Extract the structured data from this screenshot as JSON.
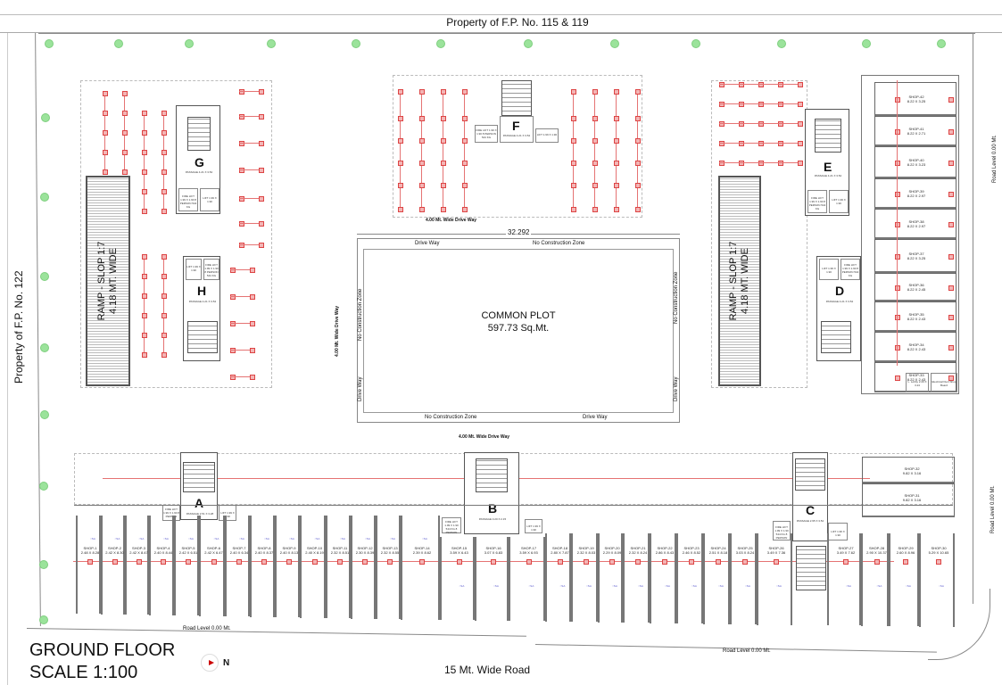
{
  "drawing": {
    "title": "GROUND FLOOR",
    "scale": "SCALE 1:100",
    "north_label": "N",
    "top_boundary": "Property of F.P. No. 115 & 119",
    "left_boundary": "Property of F.P. No. 122",
    "bottom_road": "15 Mt. Wide Road",
    "road_level_bottom_left": "Road Level 0.00 Mt.",
    "road_level_bottom_right": "Road Level 0.00 Mt.",
    "road_level_right_top": "Road Level 0.00 Mt.",
    "road_level_right_bottom": "Road Level 0.00 Mt."
  },
  "common_plot": {
    "title": "COMMON PLOT",
    "area": "597.73 Sq.Mt.",
    "dimension": "32.292",
    "top_drive": "4.00 Mt. Wide Drive Way",
    "bottom_drive": "4.00 Mt. Wide Drive Way",
    "left_drive": "4.00 Mt. Wide Drive Way",
    "zones": {
      "top_left": "Drive Way",
      "top_right": "No Construction Zone",
      "bottom_left": "No Construction Zone",
      "bottom_right": "Drive Way",
      "left_top": "No Construction Zone",
      "left_bottom": "Drive Way",
      "right_top": "No Construction Zone",
      "right_bottom": "Drive Way"
    }
  },
  "ramps": [
    {
      "label1": "RAMP - SLOP 1:7",
      "label2": "4.18 MT. WIDE"
    },
    {
      "label1": "RAMP - SLOP 1:7",
      "label2": "4.18 MT. WIDE"
    }
  ],
  "cores": [
    {
      "letter": "G",
      "passage": "PASSAGE 4.21 X 3.52",
      "fire_lift": "FIRE LIFT 1.99 X 1.90 8 PERSON 544 KG",
      "lift": "LIFT 1.99 X 1.90"
    },
    {
      "letter": "F",
      "passage": "PASSAGE 4.21 X 3.52",
      "fire_lift": "FIRE LIFT 1.99 X 1.90 8 PERSON 544 KG",
      "lift": "LIFT 1.99 X 1.90"
    },
    {
      "letter": "E",
      "passage": "PASSAGE 4.21 X 3.52",
      "fire_lift": "FIRE LIFT 1.99 X 1.90 8 PERSON 544 KG",
      "lift": "LIFT 1.99 X 1.90"
    },
    {
      "letter": "H",
      "passage": "PASSAGE 4.21 X 3.52",
      "fire_lift": "FIRE LIFT 1.99 X 1.90 8 PERSON 544 KG",
      "lift": "LIFT 1.99 X 1.90"
    },
    {
      "letter": "D",
      "passage": "PASSAGE 4.21 X 3.52",
      "fire_lift": "FIRE LIFT 1.99 X 1.90 8 PERSON 544 KG",
      "lift": "LIFT 1.99 X 1.90"
    },
    {
      "letter": "A",
      "passage": "PASSAGE 2.51 X 3.28",
      "fire_lift": "FIRE LIFT 1.99 X 1.90 8 PERSON",
      "lift": "LIFT 1.99 X 1.90"
    },
    {
      "letter": "B",
      "passage": "PASSAGE 3.20 X 2.15",
      "fire_lift": "FIRE LIFT 1.99 X 1.90 544 KG 8 PERSON",
      "lift": "LIFT 1.99 X 1.90"
    },
    {
      "letter": "C",
      "passage": "PASSAGE 2.95 X 3.52",
      "fire_lift": "FIRE LIFT 1.99 X 1.90 544 KG 8 PERSON",
      "lift": "LIFT 1.96 X 1.90"
    }
  ],
  "right_shops": [
    {
      "name": "SHOP-42",
      "size": "8.22 X 3.25"
    },
    {
      "name": "SHOP-41",
      "size": "8.22 X 2.71"
    },
    {
      "name": "SHOP-40",
      "size": "8.22 X 3.23"
    },
    {
      "name": "SHOP-39",
      "size": "8.22 X 2.97"
    },
    {
      "name": "SHOP-38",
      "size": "8.22 X 2.97"
    },
    {
      "name": "SHOP-37",
      "size": "8.22 X 3.25"
    },
    {
      "name": "SHOP-36",
      "size": "8.22 X 2.45"
    },
    {
      "name": "SHOP-35",
      "size": "8.22 X 2.43"
    },
    {
      "name": "SHOP-34",
      "size": "8.22 X 2.43"
    },
    {
      "name": "SHOP-33",
      "size": "8.22 X 2.43"
    }
  ],
  "right_bottom_rooms": {
    "lift": "L. Lobby 2.20 X 3.24",
    "shaft": "Electrical Duct Shop Board"
  },
  "c_shops": [
    {
      "name": "SHOP-32",
      "size": "9.82 X 3.16"
    },
    {
      "name": "SHOP-31",
      "size": "9.82 X 3.16"
    }
  ],
  "bottom_shops": [
    {
      "name": "SHOP-1",
      "size": "2.48 X 8.28"
    },
    {
      "name": "SHOP-2",
      "size": "2.42 X 8.30"
    },
    {
      "name": "SHOP-3",
      "size": "2.42 X 8.47"
    },
    {
      "name": "SHOP-4",
      "size": "2.40 X 8.44"
    },
    {
      "name": "SHOP-5",
      "size": "2.42 X 6.51"
    },
    {
      "name": "SHOP-6",
      "size": "2.42 X 6.47"
    },
    {
      "name": "SHOP-7",
      "size": "2.40 X 6.34"
    },
    {
      "name": "SHOP-8",
      "size": "2.40 X 8.37"
    },
    {
      "name": "SHOP-9",
      "size": "2.40 X 8.13"
    },
    {
      "name": "SHOP-10",
      "size": "2.40 X 8.19"
    },
    {
      "name": "SHOP-11",
      "size": "2.32 X 8.51"
    },
    {
      "name": "SHOP-12",
      "size": "2.30 X 8.39"
    },
    {
      "name": "SHOP-13",
      "size": "2.32 X 8.55"
    },
    {
      "name": "SHOP-14",
      "size": "2.39 X 8.62"
    },
    {
      "name": "SHOP-15",
      "size": "3.59 X 6.43"
    },
    {
      "name": "SHOP-16",
      "size": "3.07 X 6.83"
    },
    {
      "name": "SHOP-17",
      "size": "3.59 X 6.93"
    },
    {
      "name": "SHOP-18",
      "size": "2.80 X 7.87"
    },
    {
      "name": "SHOP-19",
      "size": "2.32 X 8.03"
    },
    {
      "name": "SHOP-20",
      "size": "2.29 X 8.09"
    },
    {
      "name": "SHOP-21",
      "size": "2.32 X 8.24"
    },
    {
      "name": "SHOP-22",
      "size": "2.86 X 8.43"
    },
    {
      "name": "SHOP-23",
      "size": "2.46 X 8.52"
    },
    {
      "name": "SHOP-24",
      "size": "2.51 X 8.18"
    },
    {
      "name": "SHOP-25",
      "size": "3.03 X 8.24"
    },
    {
      "name": "SHOP-26",
      "size": "3.49 X 7.36"
    },
    {
      "name": "SHOP-27",
      "size": "3.49 X 7.62"
    },
    {
      "name": "SHOP-28",
      "size": "2.90 X 10.37"
    },
    {
      "name": "SHOP-29",
      "size": "2.60 X 8.96"
    },
    {
      "name": "SHOP-30",
      "size": "5.29 X 10.65"
    }
  ],
  "icons": {
    "tree": "tree-icon",
    "sprinkler": "sprinkler-icon",
    "north": "north-arrow-icon"
  },
  "colors": {
    "sprinkler": "#e57373",
    "tree": "#9be39b",
    "line": "#555555"
  }
}
